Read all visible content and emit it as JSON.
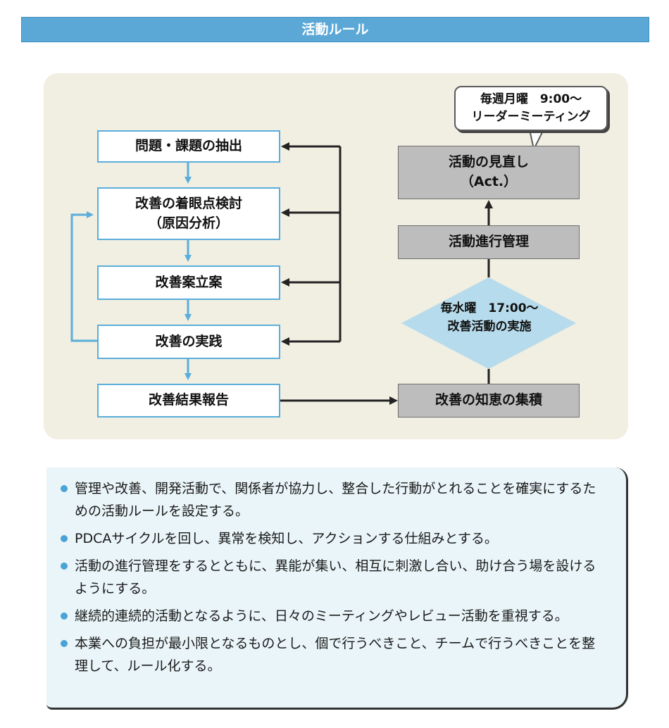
{
  "title": "活動ルール",
  "flow": {
    "left_boxes": [
      {
        "lines": [
          "問題・課題の抽出"
        ]
      },
      {
        "lines": [
          "改善の着眼点検討",
          "（原因分析）"
        ]
      },
      {
        "lines": [
          "改善案立案"
        ]
      },
      {
        "lines": [
          "改善の実践"
        ]
      },
      {
        "lines": [
          "改善結果報告"
        ]
      }
    ],
    "right_boxes": {
      "review": {
        "lines": [
          "活動の見直し",
          "（Act.）"
        ]
      },
      "progress": {
        "lines": [
          "活動進行管理"
        ]
      },
      "accumulate": {
        "lines": [
          "改善の知恵の集積"
        ]
      }
    },
    "diamond": {
      "lines": [
        "毎水曜　17:00〜",
        "改善活動の実施"
      ]
    },
    "callout": {
      "lines": [
        "毎週月曜　9:00〜",
        "リーダーミーティング"
      ]
    }
  },
  "notes": [
    "管理や改善、開発活動で、関係者が協力し、整合した行動がとれることを確実にするための活動ルールを設定する。",
    "PDCAサイクルを回し、異常を検知し、アクションする仕組みとする。",
    "活動の進行管理をするとともに、異能が集い、相互に刺激し合い、助け合う場を設けるようにする。",
    "継続的連続的活動となるように、日々のミーティングやレビュー活動を重視する。",
    "本業への負担が最小限となるものとし、個で行うべきこと、チームで行うべきことを整理して、ルール化する。"
  ],
  "colors": {
    "title_bar": "#5ba8d6",
    "flow_blue": "#5aaedb",
    "gray_box": "#bdbdbd",
    "diamond": "#b6dbec",
    "panel": "#f1eee2",
    "notes_bg": "#eaf5f9"
  }
}
